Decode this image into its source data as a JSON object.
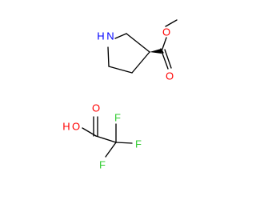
{
  "colors": {
    "bond": "#000000",
    "nitrogen": "#0000ff",
    "oxygen": "#ff0000",
    "fluorine": "#33cc33",
    "background": "#ffffff"
  },
  "molecule_1": {
    "atoms": {
      "n": "N",
      "h_on_n": "H",
      "o_carbonyl": "O",
      "o_ester": "O"
    }
  },
  "molecule_2": {
    "atoms": {
      "h_acid": "H",
      "o_hydroxyl": "O",
      "o_carbonyl": "O",
      "f_top": "F",
      "f_right": "F",
      "f_bottom": "F"
    }
  }
}
